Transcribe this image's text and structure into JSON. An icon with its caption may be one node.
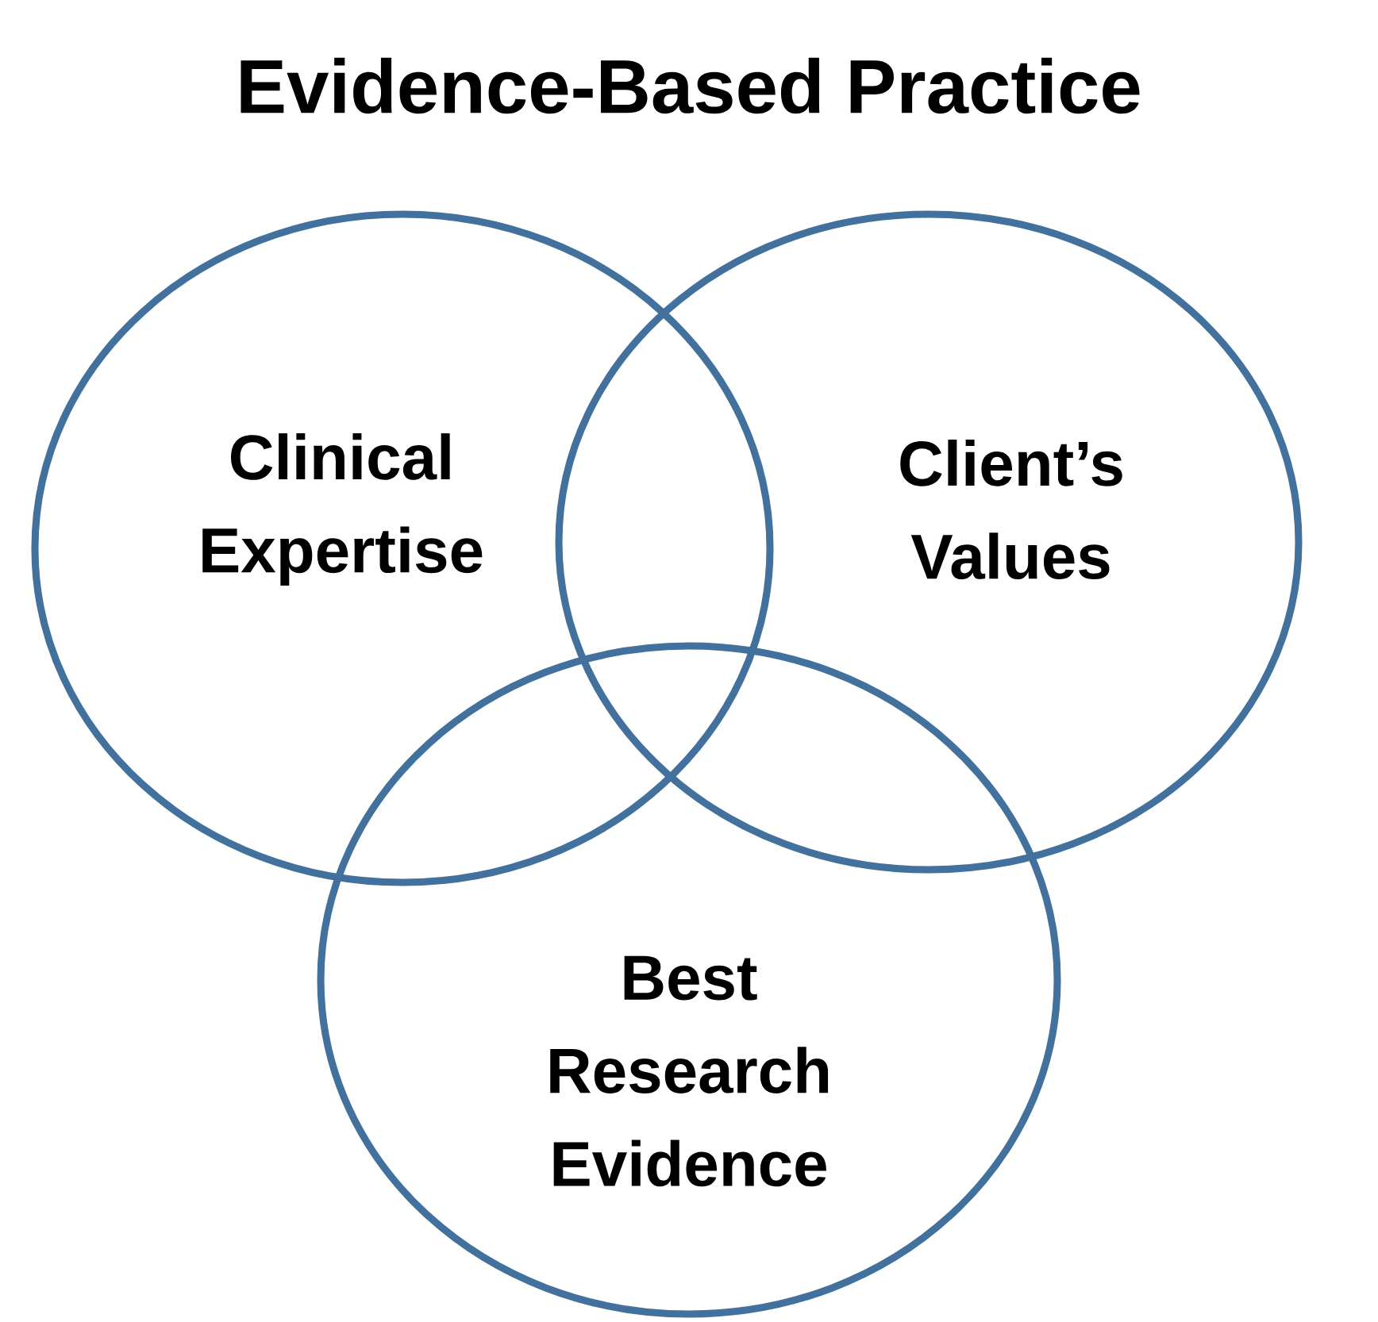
{
  "diagram": {
    "title": "Evidence-Based Practice",
    "nodes": [
      {
        "text": [
          "Clinical Expertise"
        ]
      },
      {
        "text": [
          "Client’s Values"
        ]
      },
      {
        "text": [
          "Best Research Evidence"
        ]
      }
    ]
  }
}
